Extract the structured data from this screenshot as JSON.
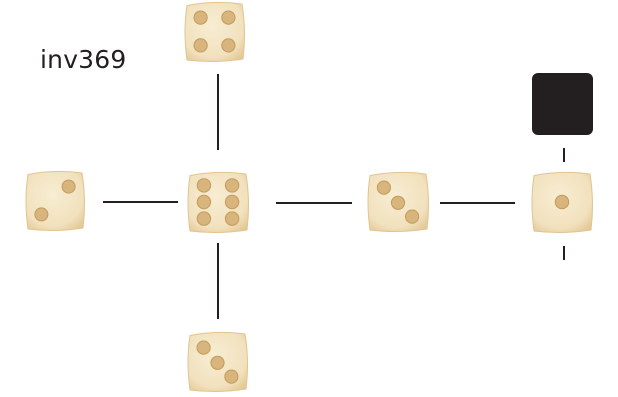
{
  "label": "inv369",
  "colors": {
    "line": "#231f20",
    "bone": "#f1e1bd",
    "bone_edge": "#e2c491",
    "pip": "#d8b57c",
    "pip_dark": "#c49a5c",
    "blank_face": "#231f20"
  },
  "faces": [
    {
      "name": "die-face-top",
      "pips": 4
    },
    {
      "name": "die-face-left",
      "pips": 2
    },
    {
      "name": "die-face-center",
      "pips": 6
    },
    {
      "name": "die-face-right-1",
      "pips": 3
    },
    {
      "name": "die-face-right-2",
      "pips": 1
    },
    {
      "name": "die-face-bottom",
      "pips": 3
    },
    {
      "name": "die-face-blank",
      "pips": 0
    }
  ]
}
